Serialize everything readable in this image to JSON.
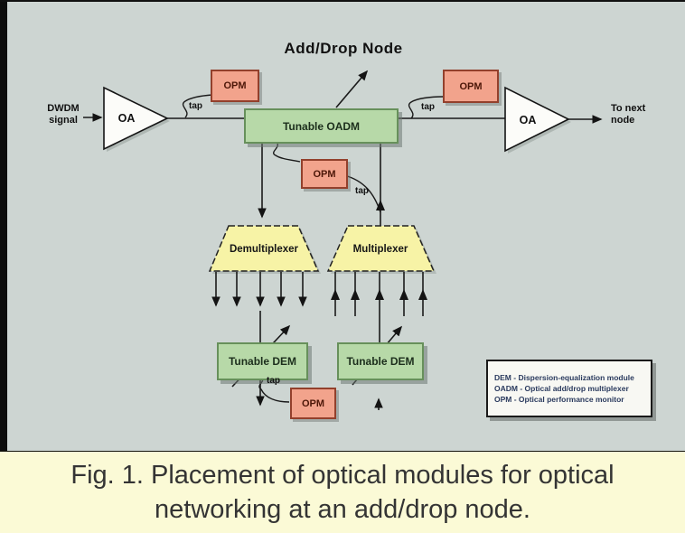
{
  "figure": {
    "title": "Add/Drop Node",
    "input_signal": {
      "line1": "DWDM",
      "line2": "signal"
    },
    "output": {
      "line1": "To next",
      "line2": "node"
    },
    "amplifier_left": "OA",
    "amplifier_right": "OA",
    "oadm_label": "Tunable OADM",
    "opm1": "OPM",
    "opm2": "OPM",
    "opm3": "OPM",
    "opm4": "OPM",
    "demultiplexer": "Demultiplexer",
    "multiplexer": "Multiplexer",
    "dem_left": "Tunable DEM",
    "dem_right": "Tunable DEM",
    "tap1": "tap",
    "tap2": "tap",
    "tap3": "tap",
    "tap4": "tap",
    "legend": {
      "line1": "DEM - Dispersion-equalization module",
      "line2": "OADM - Optical add/drop multiplexer",
      "line3": "OPM - Optical performance monitor"
    },
    "colors": {
      "panel_bg": "#cdd5d2",
      "caption_bg": "#fbfad6",
      "opm_fill": "#f2a38c",
      "green_fill": "#b7d9a8",
      "trapezoid_fill": "#f7f3a6"
    }
  },
  "caption": {
    "line1": "Fig. 1. Placement of optical modules for optical",
    "line2": "networking at an add/drop node."
  }
}
